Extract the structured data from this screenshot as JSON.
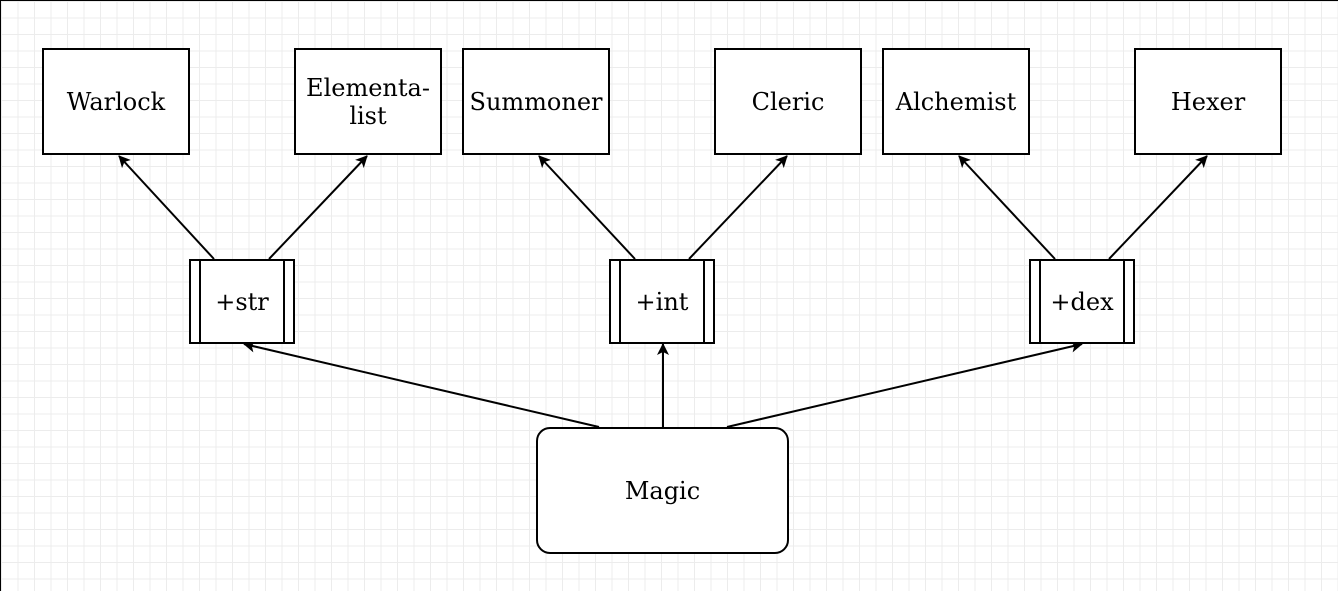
{
  "diagram": {
    "nodes": [
      {
        "id": "warlock",
        "label": "Warlock",
        "shape": "rect"
      },
      {
        "id": "elementalist",
        "label": "Elementa-\nlist",
        "shape": "rect"
      },
      {
        "id": "summoner",
        "label": "Summoner",
        "shape": "rect"
      },
      {
        "id": "cleric",
        "label": "Cleric",
        "shape": "rect"
      },
      {
        "id": "alchemist",
        "label": "Alchemist",
        "shape": "rect"
      },
      {
        "id": "hexer",
        "label": "Hexer",
        "shape": "rect"
      },
      {
        "id": "str",
        "label": "+str",
        "shape": "process"
      },
      {
        "id": "int",
        "label": "+int",
        "shape": "process"
      },
      {
        "id": "dex",
        "label": "+dex",
        "shape": "process"
      },
      {
        "id": "magic",
        "label": "Magic",
        "shape": "rounded"
      }
    ],
    "edges": [
      {
        "from": "str",
        "to": "warlock"
      },
      {
        "from": "str",
        "to": "elementalist"
      },
      {
        "from": "int",
        "to": "summoner"
      },
      {
        "from": "int",
        "to": "cleric"
      },
      {
        "from": "dex",
        "to": "alchemist"
      },
      {
        "from": "dex",
        "to": "hexer"
      },
      {
        "from": "magic",
        "to": "str"
      },
      {
        "from": "magic",
        "to": "int"
      },
      {
        "from": "magic",
        "to": "dex"
      }
    ]
  }
}
